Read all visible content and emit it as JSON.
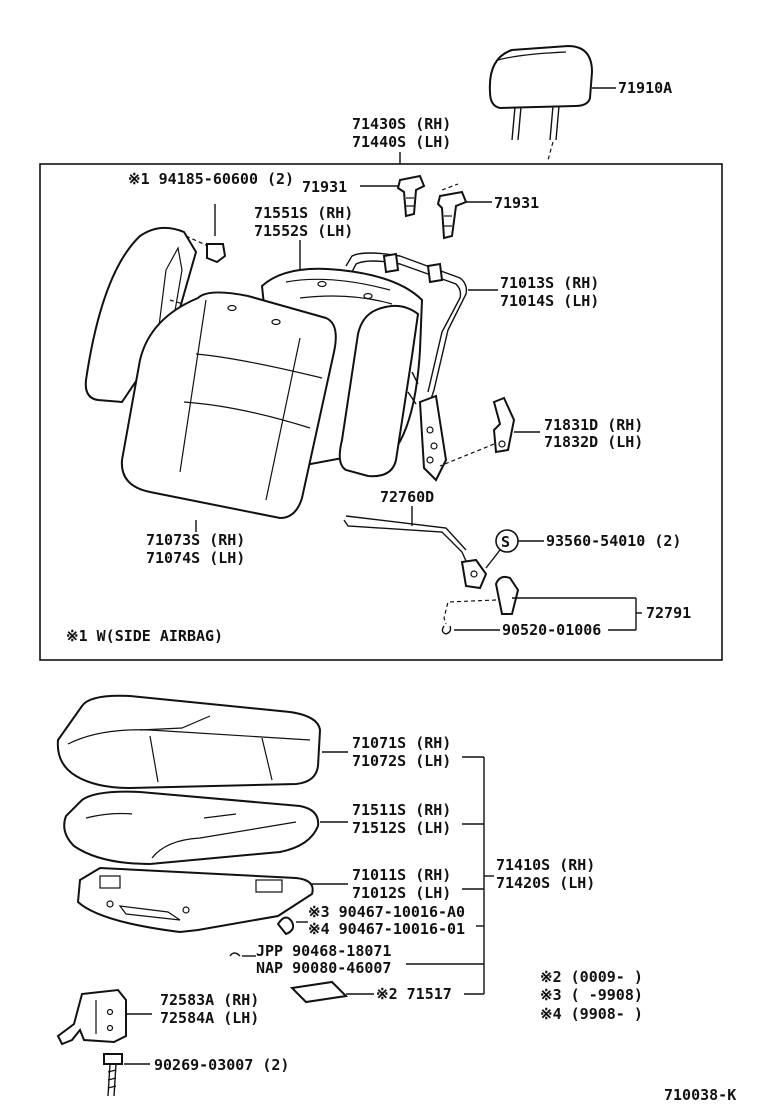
{
  "labels": {
    "headrest": "71910A",
    "back_cover_rh": "71430S (RH)",
    "back_cover_lh": "71440S (LH)",
    "airbag_nut": "※1 94185-60600 (2)",
    "support_left": "71931",
    "support_right": "71931",
    "back_pad_rh": "71551S (RH)",
    "back_pad_lh": "71552S (LH)",
    "back_frame_rh": "71013S (RH)",
    "back_frame_lh": "71014S (LH)",
    "hinge_rh": "71831D (RH)",
    "hinge_lh": "71832D (LH)",
    "rod": "72760D",
    "back_assy_rh": "71073S (RH)",
    "back_assy_lh": "71074S (LH)",
    "circle_s": "S",
    "screw": "93560-54010 (2)",
    "lever": "72791",
    "clip": "90520-01006",
    "note1": "※1 W(SIDE AIRBAG)",
    "cushion_cover_rh": "71071S (RH)",
    "cushion_cover_lh": "71072S (LH)",
    "cushion_pad_rh": "71511S (RH)",
    "cushion_pad_lh": "71512S (LH)",
    "cushion_frame_rh": "71011S (RH)",
    "cushion_frame_lh": "71012S (LH)",
    "cushion_assy_rh": "71410S (RH)",
    "cushion_assy_lh": "71420S (LH)",
    "hog_ring_3": "※3 90467-10016-A0",
    "hog_ring_4": "※4 90467-10016-01",
    "jpp": "JPP 90468-18071",
    "nap": "NAP 90080-46007",
    "pad_small": "※2 71517",
    "bracket_rh": "72583A (RH)",
    "bracket_lh": "72584A (LH)",
    "bolt": "90269-03007 (2)",
    "footnote_2": "※2 (0009-      )",
    "footnote_3": "※3 (      -9908)",
    "footnote_4": "※4 (9908-      )",
    "figure_id": "710038-K"
  }
}
